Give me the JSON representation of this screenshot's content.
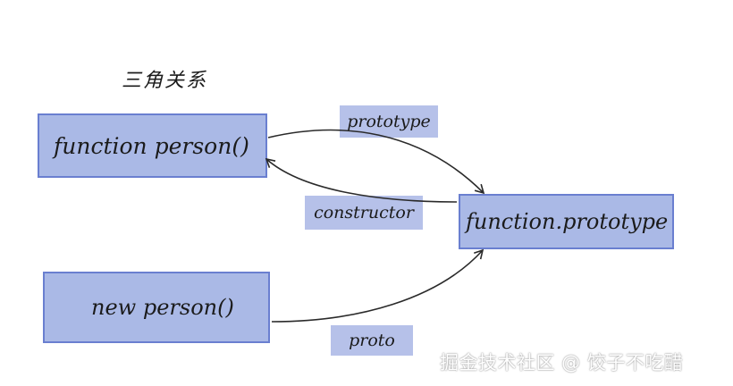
{
  "diagram": {
    "title": "三角关系",
    "nodes": {
      "constructor_fn": "function person()",
      "prototype_obj": "function.prototype",
      "instance": "new person()"
    },
    "edges": {
      "prototype": "prototype",
      "constructor": "constructor",
      "proto": "proto"
    }
  },
  "watermark": "掘金技术社区 @ 饺子不吃醋",
  "colors": {
    "box_fill": "#aab9e6",
    "box_border": "#6a7fd0",
    "tag_fill": "#b6c1e9",
    "arrow": "#2a2a2a"
  }
}
